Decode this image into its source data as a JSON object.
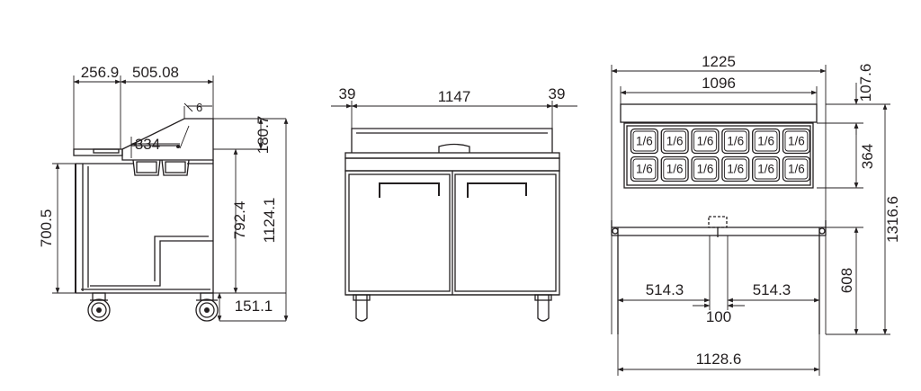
{
  "side_view": {
    "dims": {
      "top_left_depth": "256.9",
      "top_depth": "505.08",
      "hood_offset": "6",
      "pan_depth": "334",
      "pan_height": "180.7",
      "body_height": "700.5",
      "work_height": "792.4",
      "total_height": "1124.1",
      "caster_height": "151.1"
    }
  },
  "front_view": {
    "dims": {
      "left_gap": "39",
      "inner_width": "1147",
      "right_gap": "39"
    }
  },
  "top_view": {
    "dims": {
      "overall_width": "1225",
      "inner_width": "1096",
      "top_strip": "107.6",
      "pan_area_depth": "364",
      "overall_depth": "1316.6",
      "left_half": "514.3",
      "right_half": "514.3",
      "center_gap": "100",
      "cabinet_depth": "608",
      "cabinet_width": "1128.6"
    },
    "pans": {
      "label": "1/6",
      "rows": 2,
      "cols": 6
    }
  }
}
